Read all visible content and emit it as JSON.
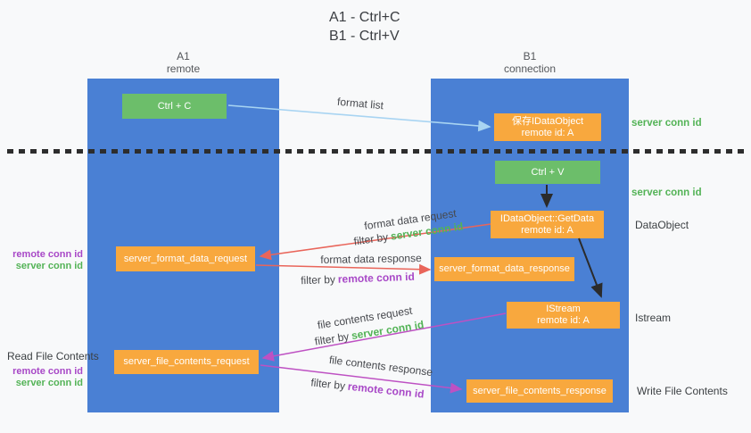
{
  "title": {
    "line1": "A1 - Ctrl+C",
    "line2": "B1 - Ctrl+V"
  },
  "lanes": {
    "left": {
      "title": "A1",
      "subtitle": "remote"
    },
    "right": {
      "title": "B1",
      "subtitle": "connection"
    }
  },
  "boxes": {
    "ctrl_c": {
      "label": "Ctrl + C"
    },
    "save_dataobject": {
      "line1": "保存IDataObject",
      "line2": "remote id: A"
    },
    "ctrl_v": {
      "label": "Ctrl + V"
    },
    "getdata": {
      "line1": "IDataObject::GetData",
      "line2": "remote id: A"
    },
    "format_request": {
      "label": "server_format_data_request"
    },
    "format_response": {
      "label": "server_format_data_response"
    },
    "istream": {
      "line1": "IStream",
      "line2": "remote id: A"
    },
    "file_request": {
      "label": "server_file_contents_request"
    },
    "file_response": {
      "label": "server_file_contents_response"
    }
  },
  "arrows": {
    "format_list": {
      "label": "format list"
    },
    "format_data_request": {
      "label": "format data request",
      "filter_prefix": "filter by",
      "filter_value": "server conn id"
    },
    "format_data_response": {
      "label": "format data response",
      "filter_prefix": "filter by",
      "filter_value": "remote conn id"
    },
    "file_contents_request": {
      "label": "file contents request",
      "filter_prefix": "filter by",
      "filter_value": "server conn id"
    },
    "file_contents_response": {
      "label": "file contents response",
      "filter_prefix": "filter by",
      "filter_value": "remote conn id"
    }
  },
  "annotations": {
    "server_conn_id_top": "server conn id",
    "server_conn_id_mid": "server conn id",
    "dataobject": "DataObject",
    "istream": "Istream",
    "write_file_contents": "Write File Contents",
    "read_file_contents": "Read File Contents",
    "left_group1": {
      "remote": "remote conn id",
      "server": "server conn id"
    },
    "left_group2": {
      "remote": "remote conn id",
      "server": "server conn id"
    }
  },
  "colors": {
    "lane_blue": "#4a80d4",
    "box_green": "#6cbe6a",
    "box_orange": "#f8a83e",
    "conn_id_green": "#53b356",
    "conn_id_purple": "#a848c7",
    "arrow_red": "#e9655a",
    "arrow_magenta": "#be51c3",
    "arrow_lightblue": "#a8d4f2",
    "arrow_black": "#2b2b2b"
  }
}
